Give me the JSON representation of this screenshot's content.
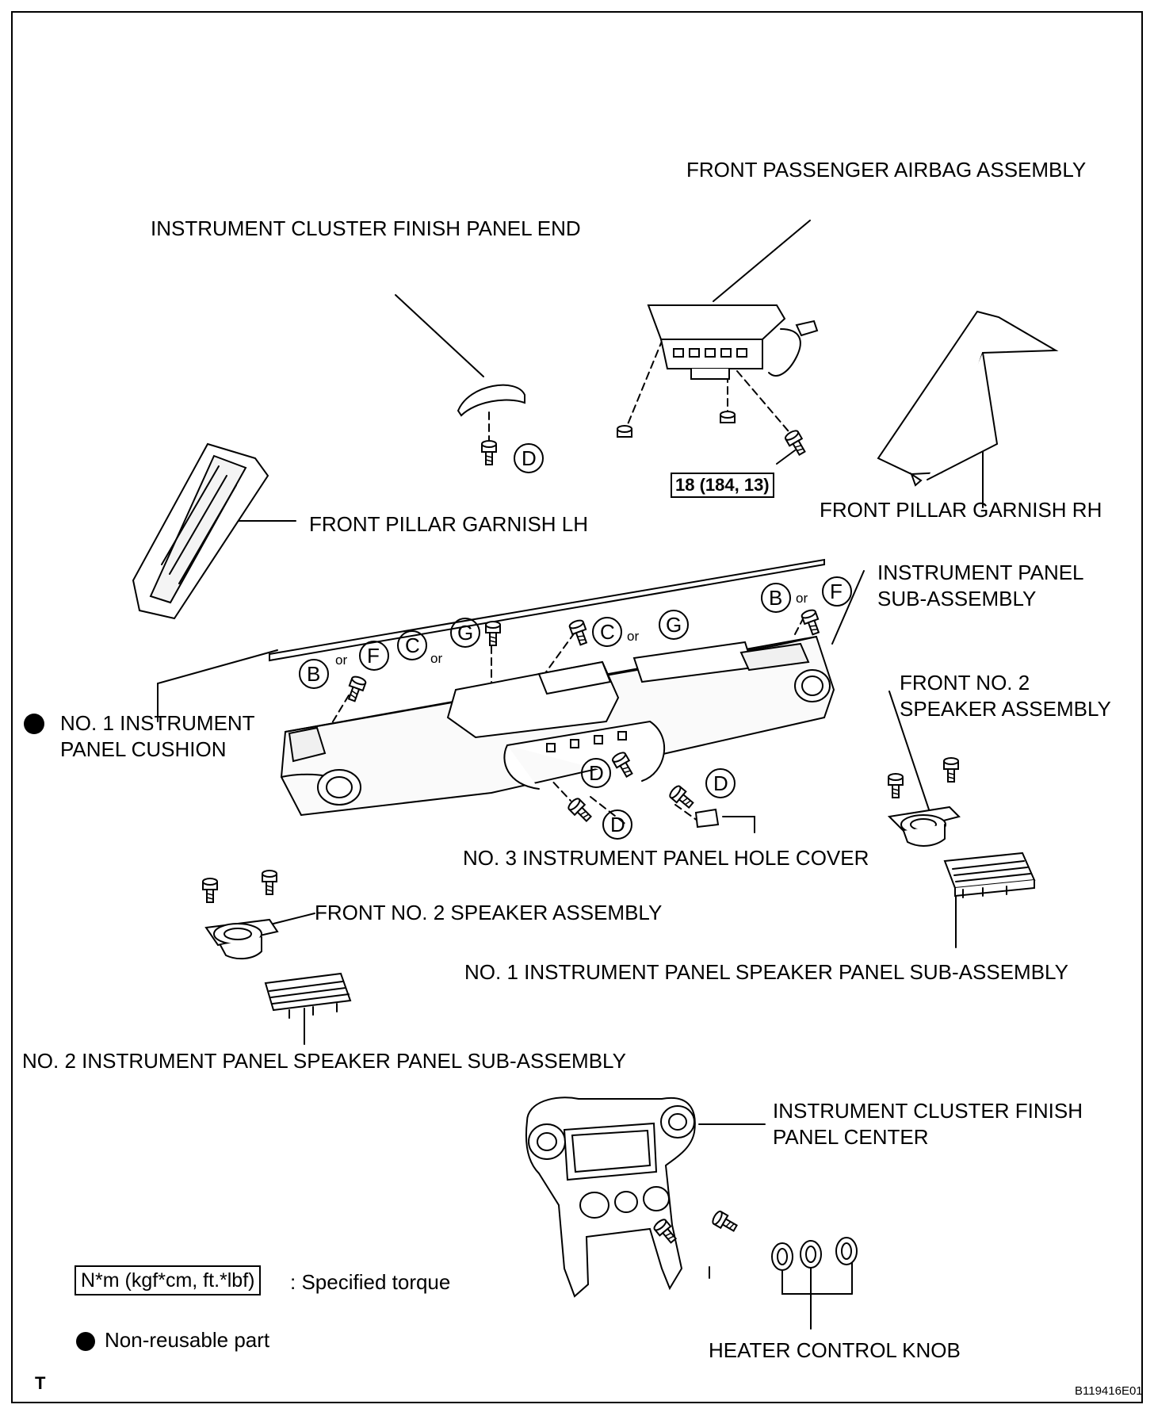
{
  "labels": {
    "front_passenger_airbag": "FRONT PASSENGER AIRBAG ASSEMBLY",
    "cluster_finish_panel_end": "INSTRUMENT CLUSTER FINISH PANEL END",
    "front_pillar_garnish_lh": "FRONT PILLAR GARNISH LH",
    "front_pillar_garnish_rh": "FRONT PILLAR GARNISH RH",
    "instrument_panel_sub_assembly_line1": "INSTRUMENT PANEL",
    "instrument_panel_sub_assembly_line2": "SUB-ASSEMBLY",
    "front_no2_speaker_right_line1": "FRONT NO. 2",
    "front_no2_speaker_right_line2": "SPEAKER ASSEMBLY",
    "no1_panel_cushion_line1": "NO. 1 INSTRUMENT",
    "no1_panel_cushion_line2": "PANEL CUSHION",
    "no3_hole_cover": "NO. 3 INSTRUMENT PANEL HOLE COVER",
    "front_no2_speaker_left": "FRONT NO. 2 SPEAKER ASSEMBLY",
    "no1_speaker_panel": "NO. 1 INSTRUMENT PANEL SPEAKER PANEL SUB-ASSEMBLY",
    "no2_speaker_panel": "NO. 2 INSTRUMENT PANEL SPEAKER PANEL SUB-ASSEMBLY",
    "cluster_finish_panel_center_line1": "INSTRUMENT CLUSTER FINISH",
    "cluster_finish_panel_center_line2": "PANEL CENTER",
    "heater_control_knob": "HEATER CONTROL KNOB"
  },
  "torque_value": "18 (184, 13)",
  "clip_codes": {
    "b": "B",
    "c": "C",
    "d": "D",
    "f": "F",
    "g": "G",
    "or": "or"
  },
  "legend": {
    "torque_unit": "N*m (kgf*cm, ft.*lbf)",
    "torque_text": ": Specified torque",
    "non_reusable": "Non-reusable part"
  },
  "corner_mark": "T",
  "figure_id": "B119416E01",
  "colors": {
    "ink": "#000000",
    "paper": "#ffffff",
    "part_fill": "#f4f4f4"
  }
}
